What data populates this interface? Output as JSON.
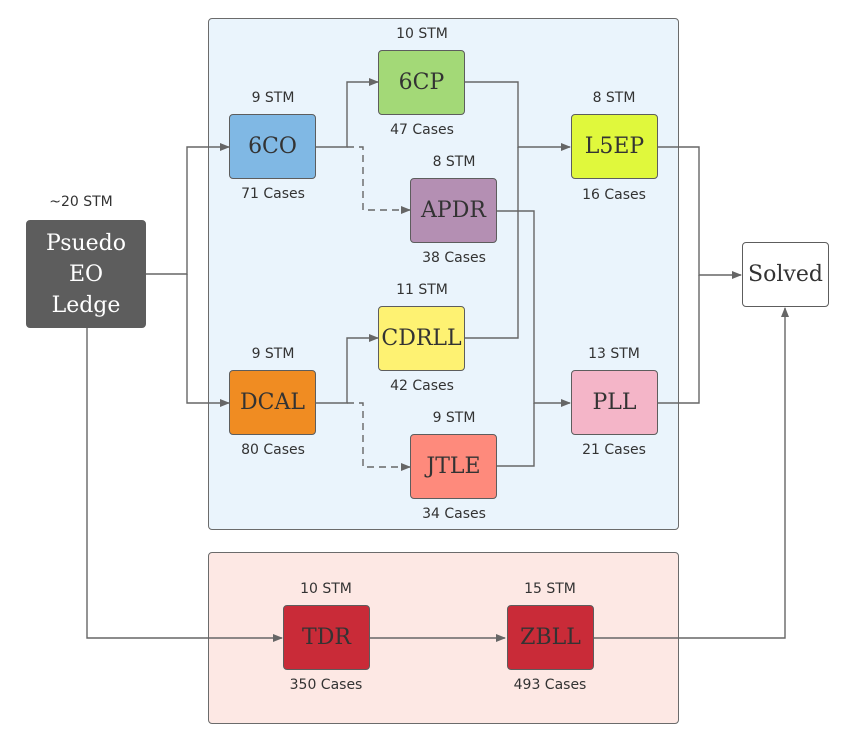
{
  "groups": {
    "main": {
      "fill": "#eaf4fc"
    },
    "alternative": {
      "fill": "#fde8e4"
    }
  },
  "nodes": {
    "start": {
      "label": "Psuedo\nEO\nLedge",
      "lines": [
        "Psuedo",
        "EO",
        "Ledge"
      ],
      "stm": "~20 STM",
      "color": "#5d5d5d",
      "text_color": "#ffffff"
    },
    "co6": {
      "label": "6CO",
      "stm": "9 STM",
      "cases": "71 Cases",
      "color": "#80b8e4"
    },
    "cp6": {
      "label": "6CP",
      "stm": "10 STM",
      "cases": "47 Cases",
      "color": "#a3d977"
    },
    "apdr": {
      "label": "APDR",
      "stm": "8 STM",
      "cases": "38 Cases",
      "color": "#b48fb3"
    },
    "l5ep": {
      "label": "L5EP",
      "stm": "8 STM",
      "cases": "16 Cases",
      "color": "#e0f83c"
    },
    "dcal": {
      "label": "DCAL",
      "stm": "9 STM",
      "cases": "80 Cases",
      "color": "#f08c22"
    },
    "cdrll": {
      "label": "CDRLL",
      "stm": "11 STM",
      "cases": "42 Cases",
      "color": "#fef272"
    },
    "jtle": {
      "label": "JTLE",
      "stm": "9 STM",
      "cases": "34 Cases",
      "color": "#fe8a7c"
    },
    "pll": {
      "label": "PLL",
      "stm": "13 STM",
      "cases": "21 Cases",
      "color": "#f4b5c8"
    },
    "tdr": {
      "label": "TDR",
      "stm": "10 STM",
      "cases": "350 Cases",
      "color": "#c92b38"
    },
    "zbll": {
      "label": "ZBLL",
      "stm": "15 STM",
      "cases": "493 Cases",
      "color": "#c92b38"
    },
    "solved": {
      "label": "Solved",
      "color": "#ffffff"
    }
  },
  "edges": [
    {
      "from": "start",
      "to": "co6",
      "style": "solid"
    },
    {
      "from": "start",
      "to": "dcal",
      "style": "solid"
    },
    {
      "from": "start",
      "to": "tdr",
      "style": "solid"
    },
    {
      "from": "co6",
      "to": "cp6",
      "style": "solid"
    },
    {
      "from": "co6",
      "to": "apdr",
      "style": "dashed"
    },
    {
      "from": "dcal",
      "to": "cdrll",
      "style": "solid"
    },
    {
      "from": "dcal",
      "to": "jtle",
      "style": "dashed"
    },
    {
      "from": "cp6",
      "to": "l5ep",
      "style": "solid"
    },
    {
      "from": "cdrll",
      "to": "l5ep",
      "style": "solid"
    },
    {
      "from": "apdr",
      "to": "pll",
      "style": "solid"
    },
    {
      "from": "jtle",
      "to": "pll",
      "style": "solid"
    },
    {
      "from": "l5ep",
      "to": "solved",
      "style": "solid"
    },
    {
      "from": "pll",
      "to": "solved",
      "style": "solid"
    },
    {
      "from": "tdr",
      "to": "zbll",
      "style": "solid"
    },
    {
      "from": "zbll",
      "to": "solved",
      "style": "solid"
    }
  ]
}
